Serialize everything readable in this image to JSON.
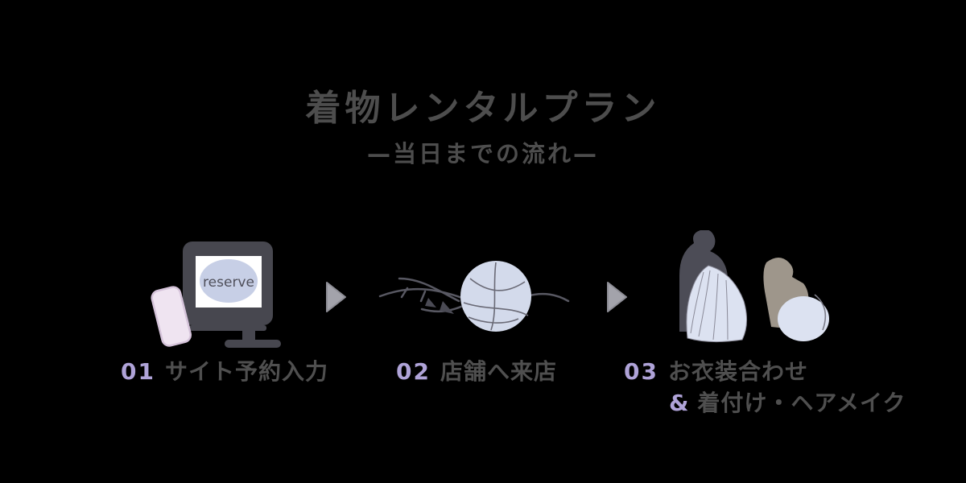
{
  "page": {
    "title": "着物レンタルプラン",
    "subtitle": "—当日までの流れ—"
  },
  "steps": [
    {
      "number": "01",
      "label": "サイト予約入力",
      "icon": "laptop-and-phone-reservation-icon",
      "screen_text": "reserve"
    },
    {
      "number": "02",
      "label": "店舗へ来店",
      "icon": "kanzashi-flower-branch-icon"
    },
    {
      "number": "03",
      "label": "お衣装合わせ",
      "label2_prefix": "&",
      "label2": "着付け・ヘアメイク",
      "icon": "dressing-and-hair-styling-icon"
    }
  ],
  "arrows": [
    "arrow-right",
    "arrow-right"
  ],
  "colors": {
    "background": "#000000",
    "text_gray": "#4d4d4d",
    "accent_purple": "#afa3d8",
    "arrow_gray": "#a3a3ab",
    "laptop_body": "#47474f",
    "screen_white": "#ffffff",
    "screen_blob_blue": "#c7cfe6",
    "phone_pink": "#efe4f1",
    "flower_blue": "#d3daeb",
    "dress_blue": "#dce2f1",
    "figure_dark": "#4c4c56",
    "figure_tan": "#9e968b"
  }
}
